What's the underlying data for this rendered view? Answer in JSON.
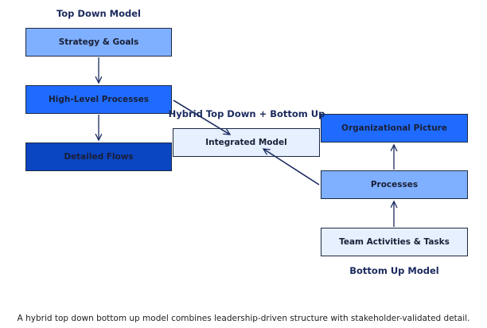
{
  "top_down": {
    "title": "Top Down Model",
    "boxes": [
      "Strategy & Goals",
      "High-Level Processes",
      "Detailed Flows"
    ]
  },
  "hybrid": {
    "title": "Hybrid Top Down + Bottom Up",
    "box": "Integrated Model"
  },
  "bottom_up": {
    "title": "Bottom Up Model",
    "boxes": [
      "Organizational Picture",
      "Processes",
      "Team Activities & Tasks"
    ]
  },
  "caption": "A hybrid top down bottom up model combines leadership-driven structure with stakeholder-validated detail.",
  "colors": {
    "light_blue": "#7fb0ff",
    "blue": "#1f6bff",
    "dark_blue": "#0a45c2",
    "pale_blue": "#e6f0ff",
    "arrow": "#1a2a5e"
  }
}
